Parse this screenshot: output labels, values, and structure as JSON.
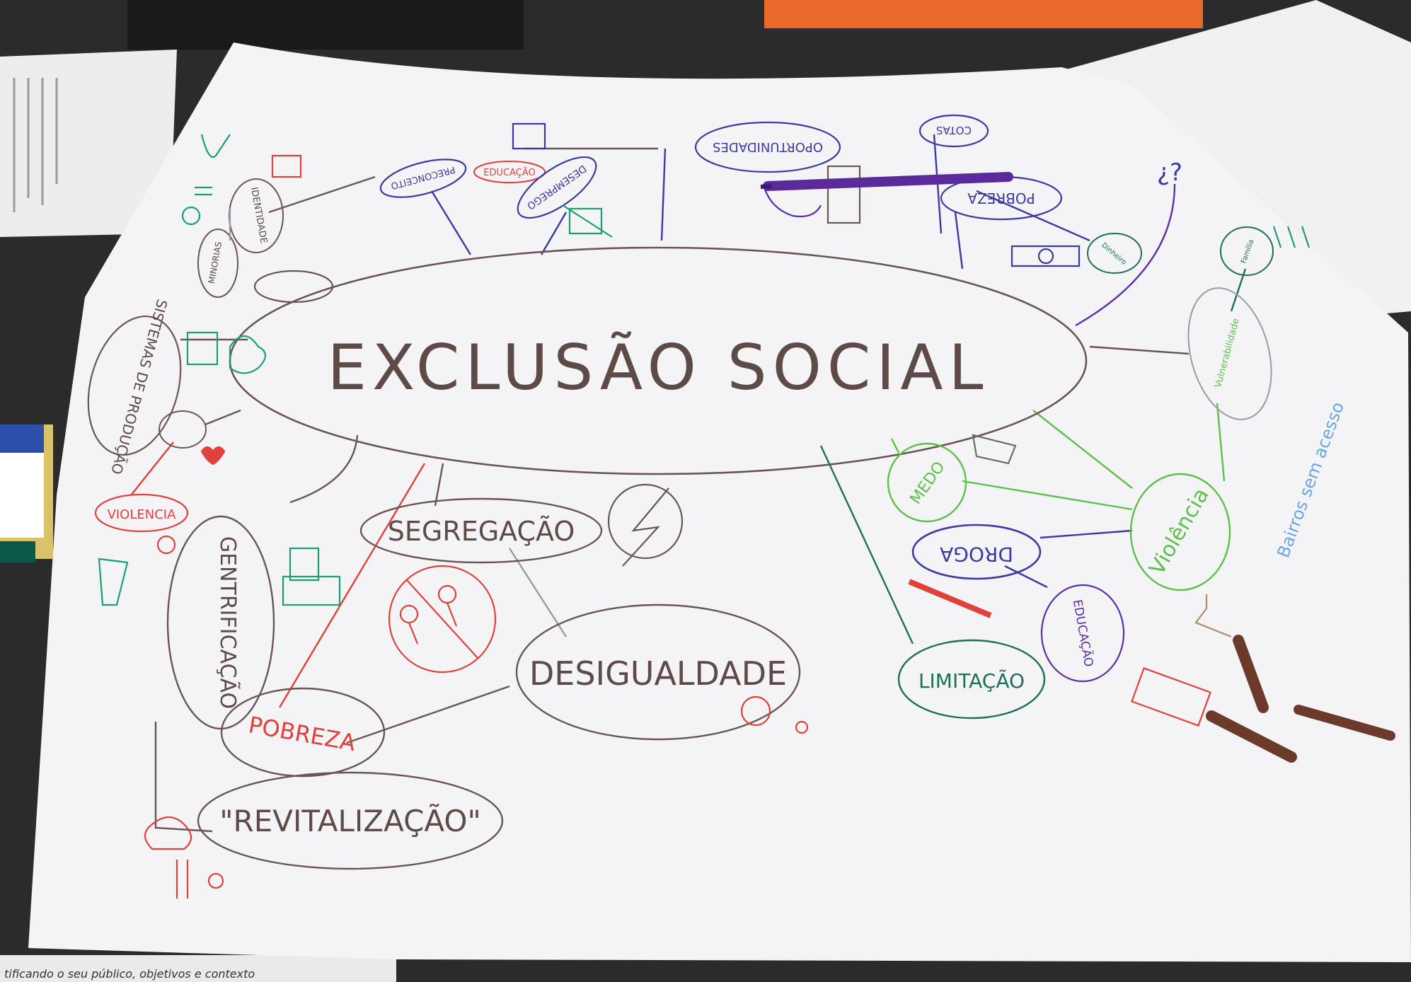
{
  "mind_map": {
    "center": "EXCLUSÃO SOCIAL",
    "nodes": {
      "segregacao": "SEGREGAÇÃO",
      "desigualdade": "DESIGUALDADE",
      "gentrificacao": "GENTRIFICAÇÃO",
      "pobreza_bottom": "POBREZA",
      "revitalizacao": "\"REVITALIZAÇÃO\"",
      "violencia_left": "VIOLENCIA",
      "sistemas": "SISTEMAS DE PRODUÇÃO",
      "identidade": "IDENTIDADE",
      "minorias": "MINORIAS",
      "preconceito": "PRECONCEITO",
      "educacao_top": "EDUCAÇÃO",
      "desemprego": "DESEMPREGO",
      "oportunidades": "OPORTUNIDADES",
      "cotas": "COTAS",
      "pobreza_top": "POBREZA",
      "dinheiro": "Dinheiro",
      "familia": "Família",
      "vulnerabilidade": "Vulnerabilidade",
      "violencia_right": "Violência",
      "medo": "MEDO",
      "droga": "DROGA",
      "educacao_right": "EDUCAÇÃO",
      "limitacao": "LIMITAÇÃO",
      "bairros": "Bairros sem acesso",
      "question": "¿?"
    }
  },
  "paper_note": "tificando o seu público, objetivos e contexto",
  "colors": {
    "table": "#2c2c2c",
    "paper": "#f4f4f6",
    "ink_brown": "#6b5552",
    "ink_red": "#e0413a",
    "ink_blue": "#3b3aa0",
    "ink_purple": "#5a2fa8",
    "ink_green": "#5cc04a",
    "ink_teal": "#1f6e5a",
    "ink_lightblue": "#6aa7e0",
    "crayon": "#6b3a2a"
  }
}
